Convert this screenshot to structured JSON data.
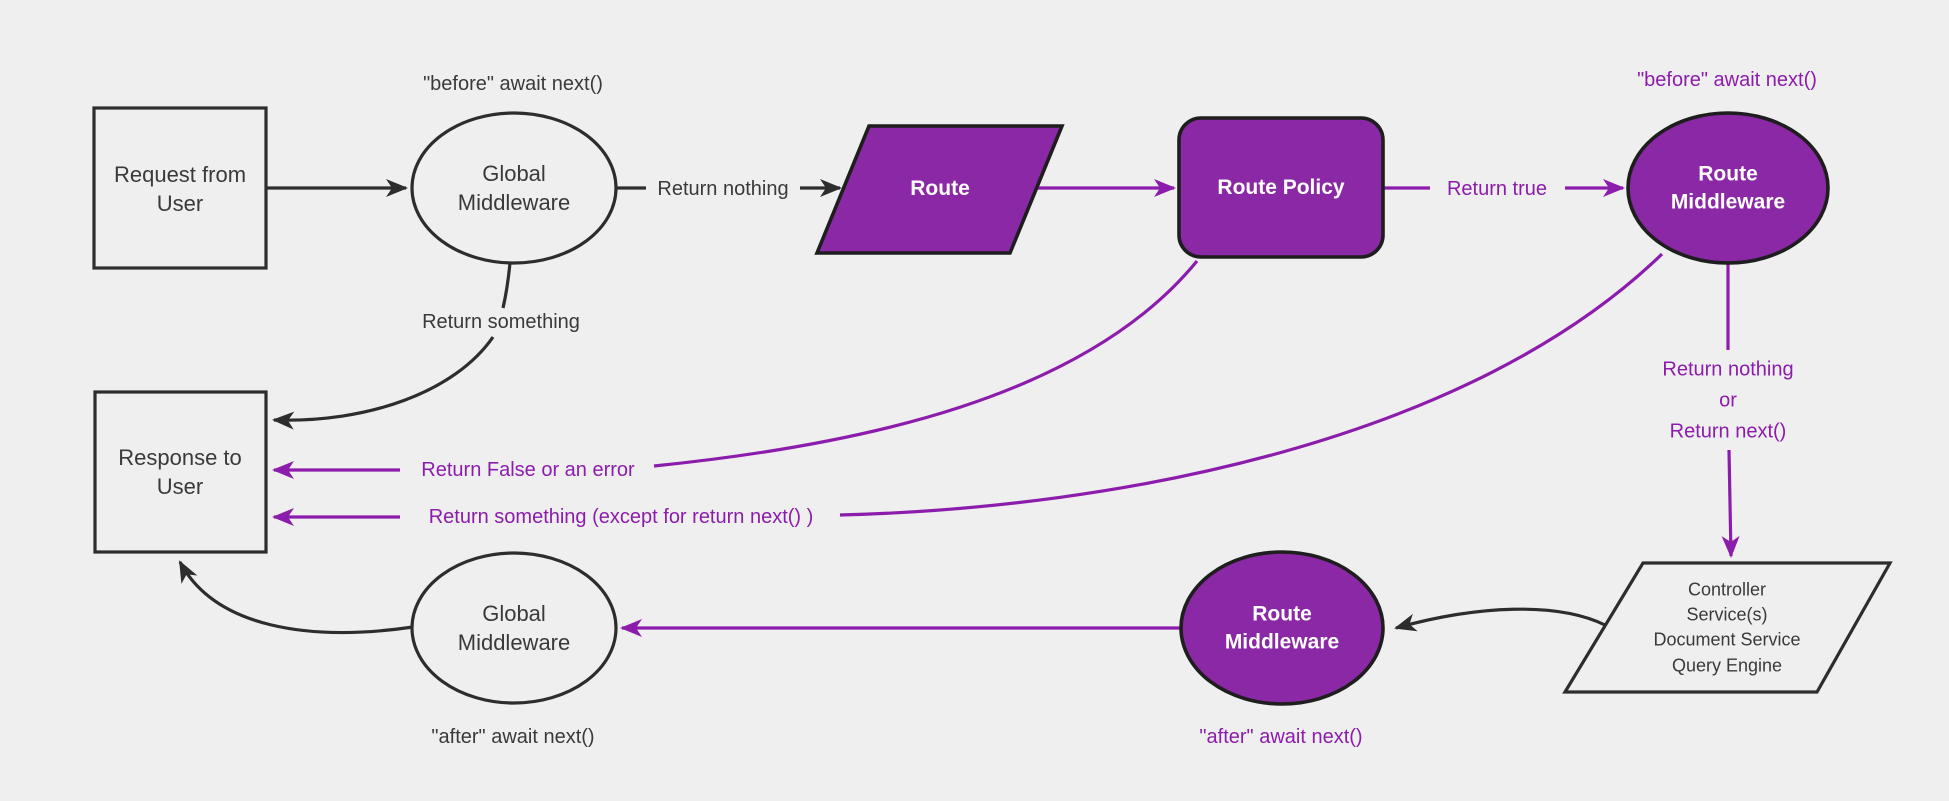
{
  "diagram": {
    "title": "Request / response lifecycle with global and route middlewares",
    "type": "flowchart",
    "colors": {
      "background": "#efeff0",
      "black_stroke": "#2d2d2d",
      "dark_text": "#3a3a3a",
      "purple_fill": "#8a28a6",
      "purple_accent": "#8c1cab",
      "white_text": "#ffffff"
    },
    "nodes": {
      "request_box": {
        "label": "Request from\nUser",
        "shape": "rectangle"
      },
      "global_middleware_top": {
        "label": "Global\nMiddleware",
        "shape": "ellipse"
      },
      "route": {
        "label": "Route",
        "shape": "parallelogram"
      },
      "route_policy": {
        "label": "Route Policy",
        "shape": "rounded-rectangle"
      },
      "route_middleware_top": {
        "label": "Route\nMiddleware",
        "shape": "ellipse"
      },
      "services": {
        "label": "Controller\nService(s)\nDocument Service\nQuery Engine",
        "shape": "parallelogram"
      },
      "route_middleware_bottom": {
        "label": "Route\nMiddleware",
        "shape": "ellipse"
      },
      "global_middleware_bottom": {
        "label": "Global\nMiddleware",
        "shape": "ellipse"
      },
      "response_box": {
        "label": "Response to\nUser",
        "shape": "rectangle"
      }
    },
    "edge_labels": {
      "before_await_global": "\"before\" await next()",
      "return_nothing": "Return nothing",
      "return_true": "Return true",
      "before_await_route": "\"before\" await next()",
      "return_nothing_or_next": "Return nothing\nor\nReturn next()",
      "after_await_route": "\"after\" await next()",
      "after_await_global": "\"after\" await next()",
      "return_something": "Return something",
      "return_false": "Return False or an error",
      "return_something_except": "Return something (except for return next() )"
    }
  }
}
